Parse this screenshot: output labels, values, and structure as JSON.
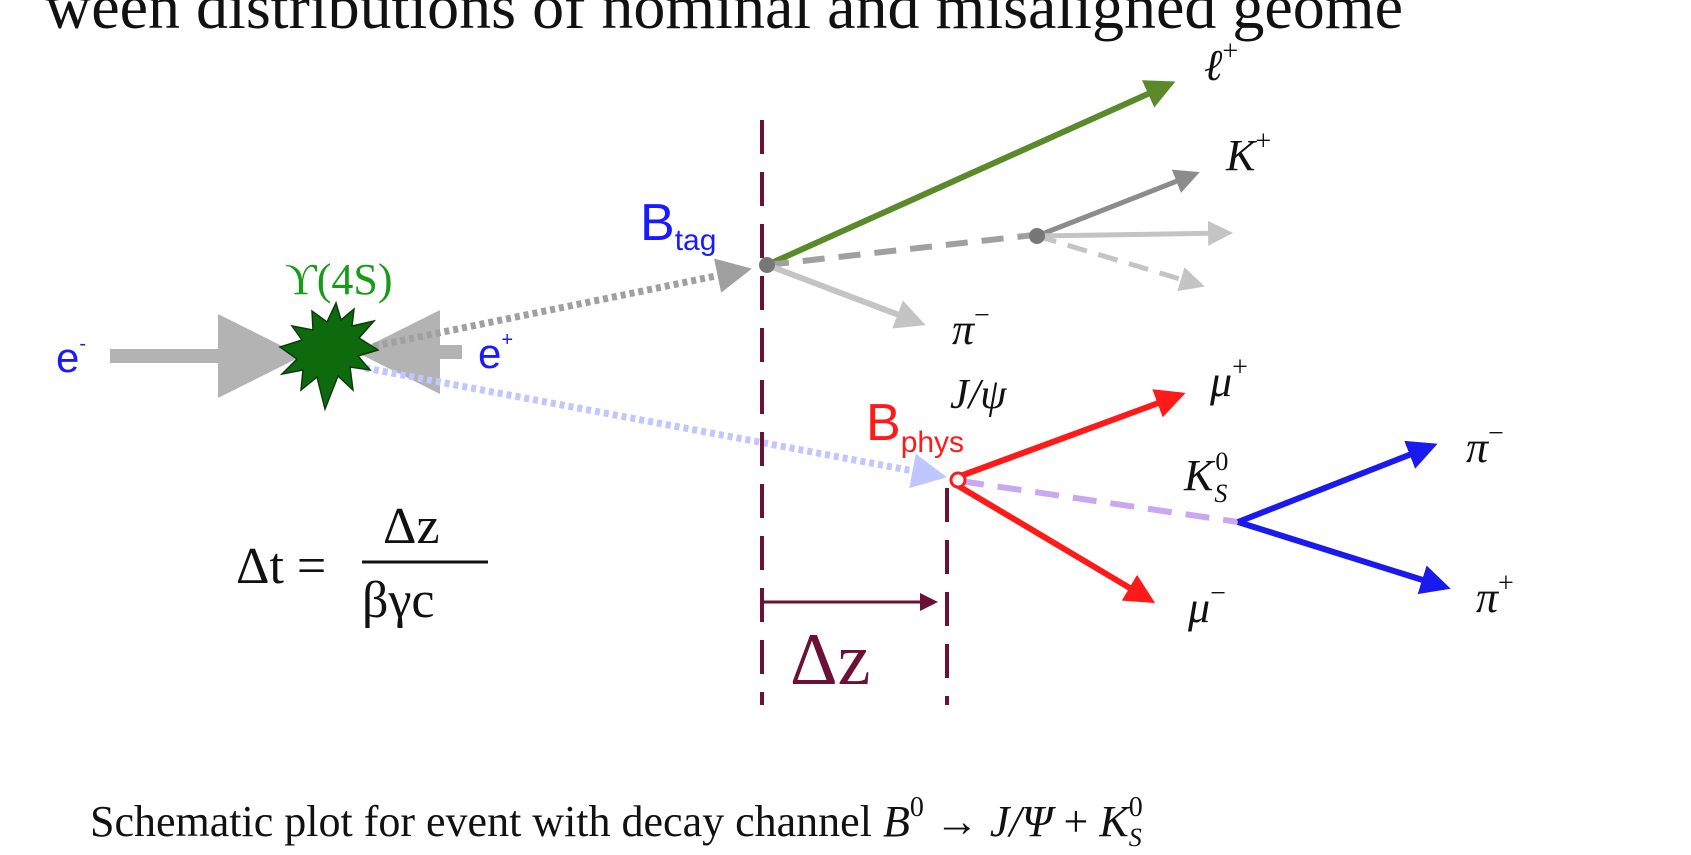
{
  "top_text_fragment": "ween distributions of nominal and misaligned geome",
  "labels": {
    "electron": "e",
    "electron_sup": "-",
    "positron": "e",
    "positron_sup": "+",
    "upsilon": "ϒ(4S)",
    "b_tag_main": "B",
    "b_tag_sub": "tag",
    "b_phys_main": "B",
    "b_phys_sub": "phys",
    "lepton_plus_main": "ℓ",
    "lepton_plus_sup": "+",
    "kaon_plus_main": "K",
    "kaon_plus_sup": "+",
    "pion_minus_tag_main": "π",
    "pion_minus_tag_sup": "−",
    "mu_plus_main": "μ",
    "mu_plus_sup": "+",
    "mu_minus_main": "μ",
    "mu_minus_sup": "−",
    "jpsi": "J/ψ",
    "ks_main": "K",
    "ks_sup": "0",
    "ks_sub": "S",
    "pion_minus_phys_main": "π",
    "pion_minus_phys_sup": "−",
    "pion_plus_phys_main": "π",
    "pion_plus_phys_sup": "+",
    "delta_z": "Δz",
    "formula_lhs": "Δt =",
    "formula_num": "Δz",
    "formula_den": "βγc"
  },
  "caption": {
    "text": "Schematic plot for event with decay channel ",
    "b_main": "B",
    "b_sup": "0",
    "arrow": " → ",
    "jpsi": "J/Ψ",
    "plus": " + ",
    "k_main": "K",
    "k_sup": "0",
    "k_sub": "S"
  },
  "colors": {
    "beam": "#b3b3b3",
    "electron_label": "#1a1aff",
    "upsilon": "#1a9a1a",
    "star_fill": "#0d6b0d",
    "b_tag": "#1a1aff",
    "b_tag_line": "#a0a0a0",
    "b_phys": "#ff1a1a",
    "b_phys_line": "#c0c6ff",
    "lepton": "#5a8a2a",
    "kaon": "#8c8c8c",
    "light_gray": "#c4c4c4",
    "muon": "#ff1a1a",
    "ks_dashed": "#c8a8f0",
    "pions_phys": "#1a1aee",
    "vertex_lines": "#6b1036",
    "text_dark": "#111111"
  },
  "icons": {
    "upsilon_star": "star-burst-icon"
  }
}
